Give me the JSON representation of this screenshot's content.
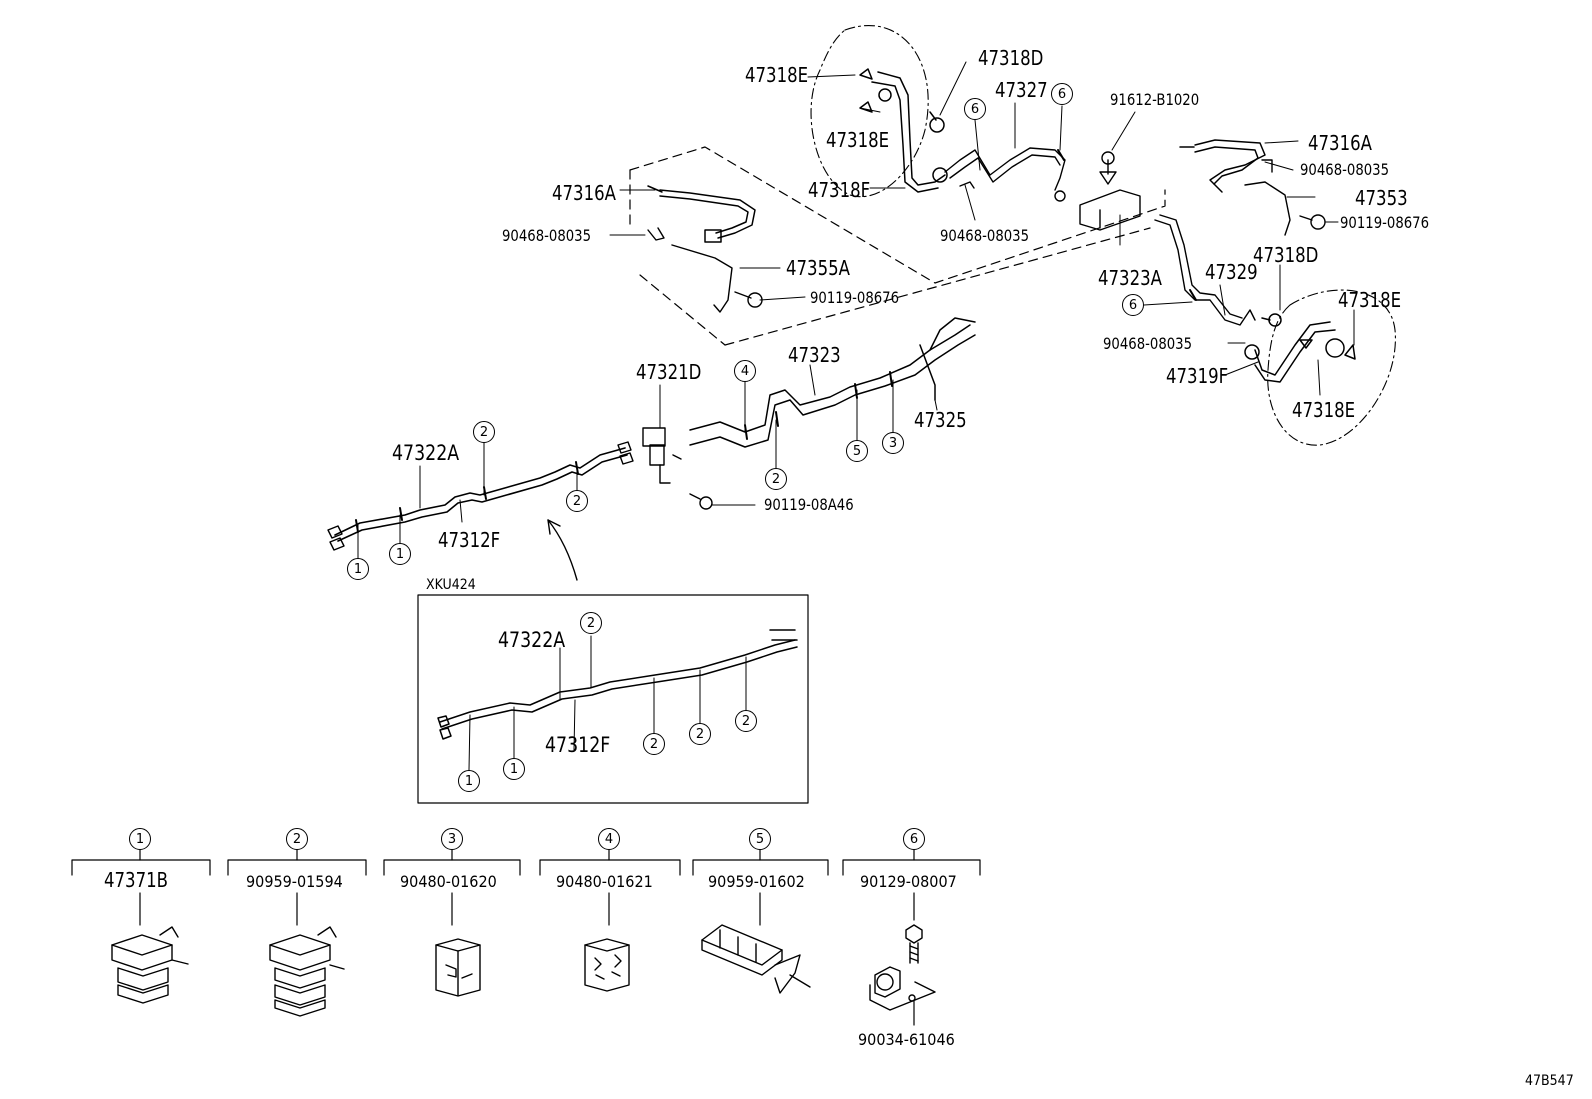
{
  "diagram_code": "47B547",
  "inset": {
    "title": "XKU424"
  },
  "labels": {
    "l_47318E_a": "47318E",
    "l_47318D_a": "47318D",
    "l_47327": "47327",
    "l_47318E_b": "47318E",
    "l_47318F": "47318F",
    "l_90468_a": "90468-08035",
    "l_91612": "91612-B1020",
    "l_47316A_r": "47316A",
    "l_90468_r": "90468-08035",
    "l_47353": "47353",
    "l_90119_r": "90119-08676",
    "l_47318D_b": "47318D",
    "l_47323A": "47323A",
    "l_47329": "47329",
    "l_47318E_c": "47318E",
    "l_90468_b": "90468-08035",
    "l_47319F": "47319F",
    "l_47318E_d": "47318E",
    "l_47316A_l": "47316A",
    "l_90468_l": "90468-08035",
    "l_47355A": "47355A",
    "l_90119_l": "90119-08676",
    "l_47321D": "47321D",
    "l_47323": "47323",
    "l_47325": "47325",
    "l_47322A": "47322A",
    "l_47312F": "47312F",
    "l_90119_08A46": "90119-08A46",
    "l_47322A_inset": "47322A",
    "l_47312F_inset": "47312F"
  },
  "callouts": [
    "1",
    "2",
    "3",
    "4",
    "5",
    "6"
  ],
  "legend": [
    {
      "ref": "1",
      "part": "47371B"
    },
    {
      "ref": "2",
      "part": "90959-01594"
    },
    {
      "ref": "3",
      "part": "90480-01620"
    },
    {
      "ref": "4",
      "part": "90480-01621"
    },
    {
      "ref": "5",
      "part": "90959-01602"
    },
    {
      "ref": "6",
      "part": "90129-08007"
    }
  ],
  "legend_extra": "90034-61046"
}
